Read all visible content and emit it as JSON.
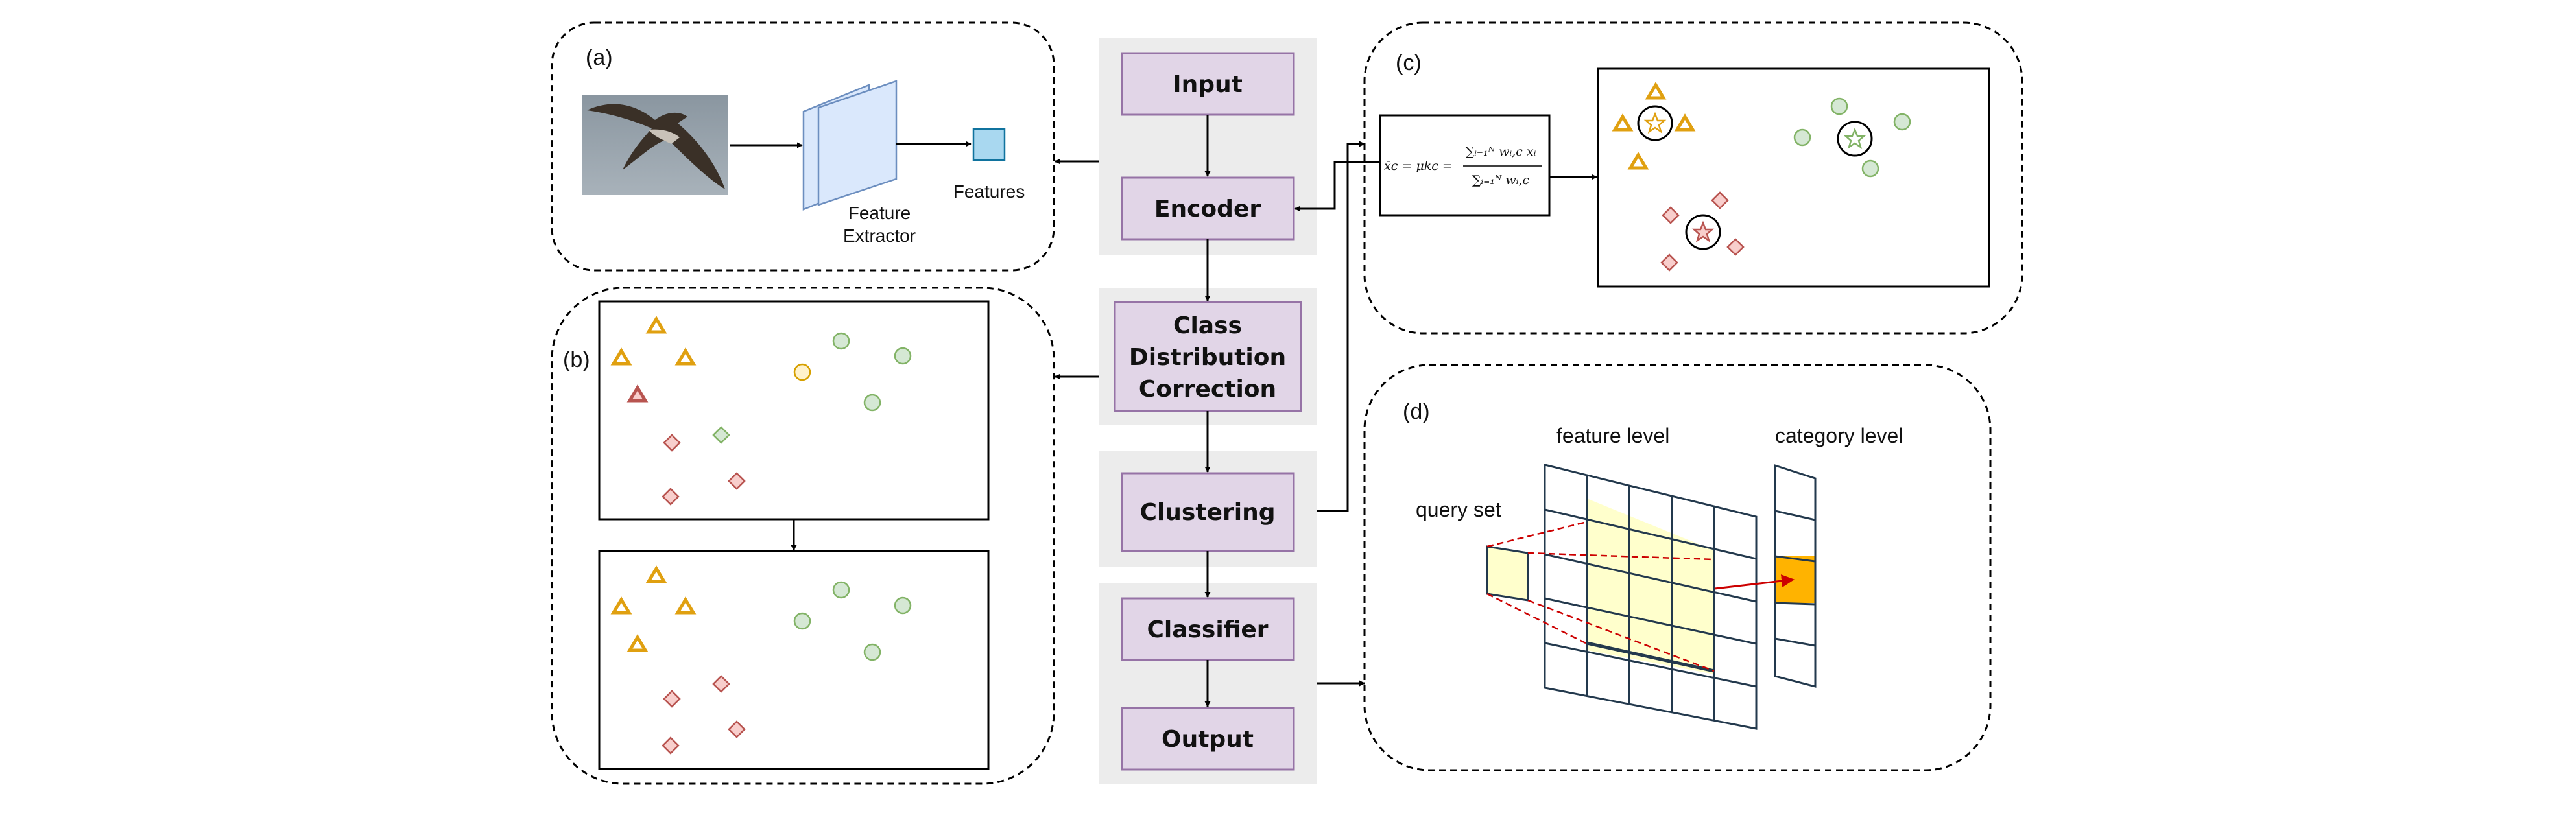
{
  "pipeline": {
    "input": "Input",
    "encoder": "Encoder",
    "cdc_line1": "Class",
    "cdc_line2": "Distribution",
    "cdc_line3": "Correction",
    "clustering": "Clustering",
    "classifier": "Classifier",
    "output": "Output"
  },
  "panel_a": {
    "tag": "(a)",
    "extractor_line1": "Feature",
    "extractor_line2": "Extractor",
    "features": "Features"
  },
  "panel_b": {
    "tag": "(b)"
  },
  "panel_c": {
    "tag": "(c)",
    "formula_lhs": "x̄c = μkc =",
    "formula_num": "∑ᵢ₌₁ᴺ wᵢ,c xᵢ",
    "formula_den": "∑ᵢ₌₁ᴺ wᵢ,c"
  },
  "panel_d": {
    "tag": "(d)",
    "feature_level": "feature level",
    "category_level": "category level",
    "query_set": "query set"
  },
  "colors": {
    "pipeline_fill": "#e1d5e7",
    "pipeline_stroke": "#9673a6",
    "section_bg": "#ececec",
    "triangle": "#e0a010",
    "circle_fill": "#d5e8d4",
    "circle_stroke": "#82b366",
    "diamond_fill": "#f8cecc",
    "diamond_stroke": "#b85450",
    "feature_box": "#a9d8f0",
    "extractor": "#dae8fc",
    "grid_highlight": "#ffffcc",
    "category_highlight": "#ffb300",
    "grid_stroke": "#23394d",
    "arrow_red": "#cc0000"
  }
}
